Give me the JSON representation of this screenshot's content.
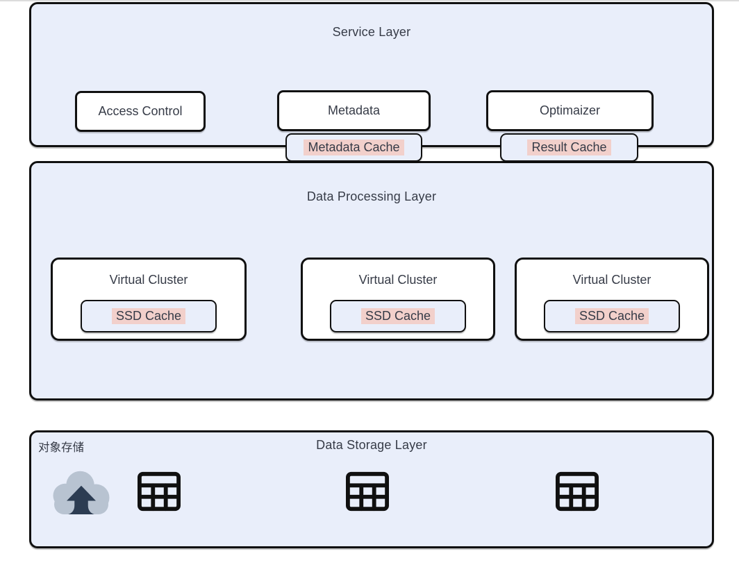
{
  "service_layer": {
    "title": "Service Layer",
    "modules": [
      {
        "label": "Access Control"
      },
      {
        "label": "Metadata"
      },
      {
        "label": "Optimaizer"
      }
    ],
    "caches": [
      {
        "label": "Metadata Cache"
      },
      {
        "label": "Result Cache"
      }
    ]
  },
  "processing_layer": {
    "title": "Data Processing Layer",
    "clusters": [
      {
        "label": "Virtual Cluster",
        "cache_label": "SSD Cache"
      },
      {
        "label": "Virtual Cluster",
        "cache_label": "SSD Cache"
      },
      {
        "label": "Virtual Cluster",
        "cache_label": "SSD Cache"
      }
    ]
  },
  "storage_layer": {
    "title": "Data Storage Layer",
    "object_storage_label": "对象存储",
    "icons": [
      "cloud-upload-icon",
      "table-icon",
      "table-icon",
      "table-icon"
    ]
  },
  "colors": {
    "layer_background": "#e9eefa",
    "box_background": "#ffffff",
    "border": "#101010",
    "text": "#363b47",
    "cache_highlight": "#f2d0cb",
    "cloud_fill": "#b8c3d1",
    "cloud_arrow_fill": "#2c3c52",
    "top_divider": "#dcdcdc"
  }
}
